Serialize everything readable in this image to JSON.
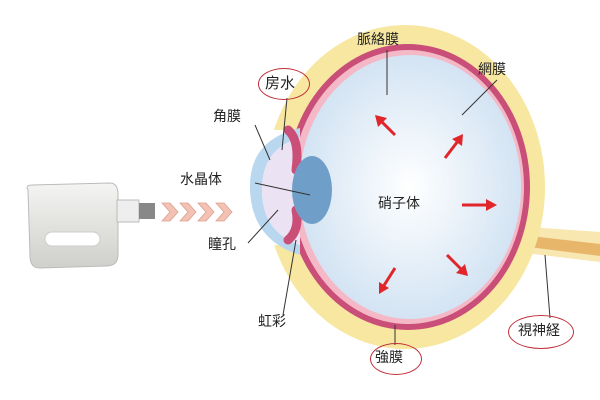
{
  "labels": {
    "choroid": "脈絡膜",
    "aqueous_humor": "房水",
    "retina": "網膜",
    "cornea": "角膜",
    "lens": "水晶体",
    "vitreous": "硝子体",
    "pupil": "瞳孔",
    "iris": "虹彩",
    "sclera": "強膜",
    "optic_nerve": "視神経"
  },
  "colors": {
    "sclera": "#f7e7a0",
    "choroid": "#c94f78",
    "vitreous": "#e3eef8",
    "cornea": "#b9d8f0",
    "lens": "#6f9fc8",
    "arrow": "#e0262b",
    "highlight_circle": "#c0303a",
    "optic_nerve": "#e8b66a"
  },
  "icons": {
    "device": "handheld-device",
    "wave": "chevron-arrows",
    "pressure": "red-arrows"
  }
}
